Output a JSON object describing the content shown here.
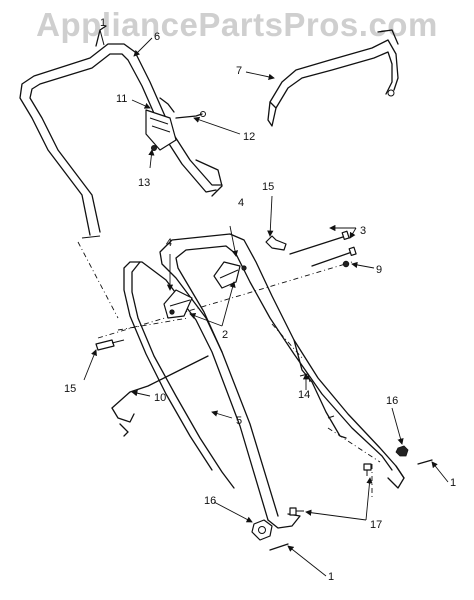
{
  "watermark": "AppliancePartsPros.com",
  "callouts": {
    "c1a": "1",
    "c1b": "1",
    "c1c": "1",
    "c2": "2",
    "c3": "3",
    "c4a": "4",
    "c4b": "4",
    "c5": "5",
    "c6": "6",
    "c7": "7",
    "c9": "9",
    "c10": "10",
    "c11": "11",
    "c12": "12",
    "c13": "13",
    "c14": "14",
    "c15a": "15",
    "c15b": "15",
    "c16a": "16",
    "c16b": "16",
    "c17": "17"
  }
}
